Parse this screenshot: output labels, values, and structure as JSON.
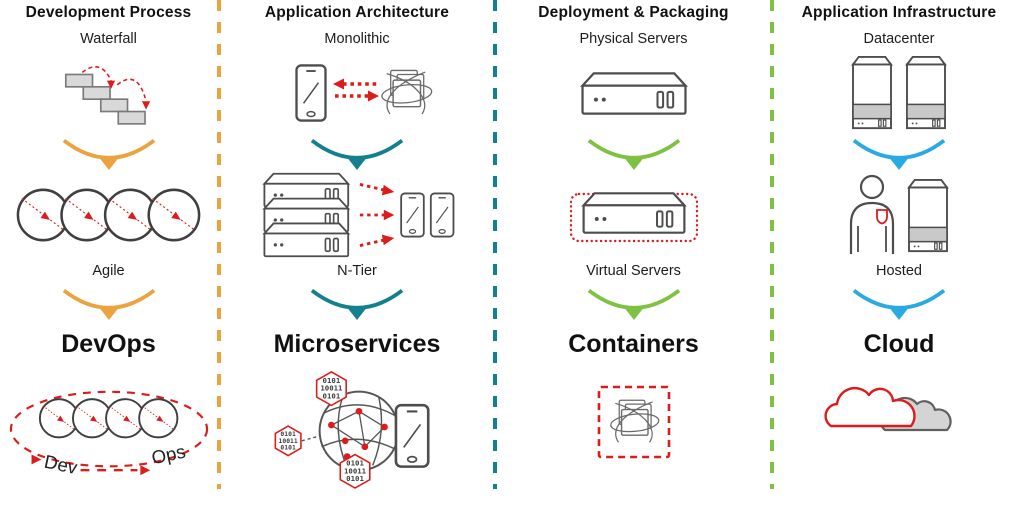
{
  "columns": [
    {
      "title": "Development Process",
      "accent": "#EBA33F",
      "stages": [
        {
          "label": "Waterfall"
        },
        {
          "label": "Agile"
        }
      ],
      "result": {
        "label": "DevOps"
      },
      "devops": {
        "dev": "Dev",
        "ops": "Ops"
      }
    },
    {
      "title": "Application Architecture",
      "accent": "#15808D",
      "stages": [
        {
          "label": "Monolithic"
        },
        {
          "label": "N-Tier"
        }
      ],
      "result": {
        "label": "Microservices"
      },
      "hex_code_lines": [
        "0101",
        "10011",
        "0101"
      ]
    },
    {
      "title": "Deployment & Packaging",
      "accent": "#7FC241",
      "stages": [
        {
          "label": "Physical Servers"
        },
        {
          "label": "Virtual Servers"
        }
      ],
      "result": {
        "label": "Containers"
      }
    },
    {
      "title": "Application Infrastructure",
      "accent": "#29ABE2",
      "stages": [
        {
          "label": "Datacenter"
        },
        {
          "label": "Hosted"
        }
      ],
      "result": {
        "label": "Cloud"
      }
    }
  ],
  "dividers": [
    {
      "color": "#EBA33F"
    },
    {
      "color": "#15808D"
    },
    {
      "color": "#7FC241"
    }
  ],
  "palette": {
    "red": "#DD1B1B",
    "ink": "#4D4D4D",
    "step_gray": "#D9D9D9",
    "band_gray": "#C9C9C9",
    "cloud_gray": "#D4D4D4"
  }
}
